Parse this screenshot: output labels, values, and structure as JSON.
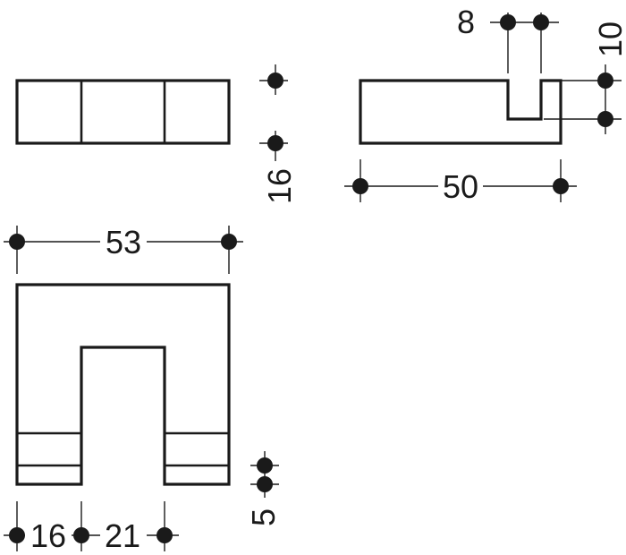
{
  "colors": {
    "line": "#1a1a1a",
    "background": "#ffffff"
  },
  "dimensions": {
    "top_view_depth": "16",
    "side_slot_width": "8",
    "side_slot_depth": "10",
    "side_length": "50",
    "front_width": "53",
    "front_arm_height": "5",
    "front_arm_width": "16",
    "front_gap_width": "21"
  }
}
